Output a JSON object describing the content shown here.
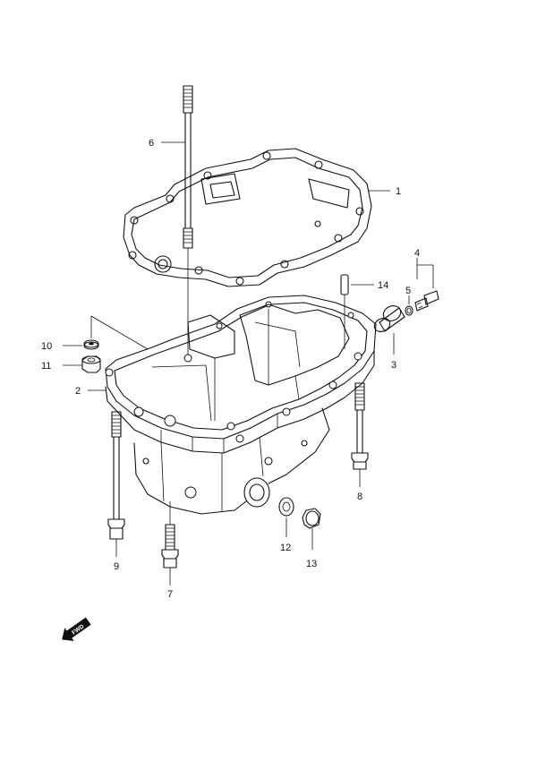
{
  "callouts": {
    "p1": "1",
    "p2": "2",
    "p3": "3",
    "p4": "4",
    "p5": "5",
    "p6": "6",
    "p7": "7",
    "p8": "8",
    "p9": "9",
    "p10": "10",
    "p11": "11",
    "p12": "12",
    "p13": "13",
    "p14": "14"
  },
  "direction_marker": {
    "label": "FWD",
    "icon": "forward-arrow-icon"
  }
}
